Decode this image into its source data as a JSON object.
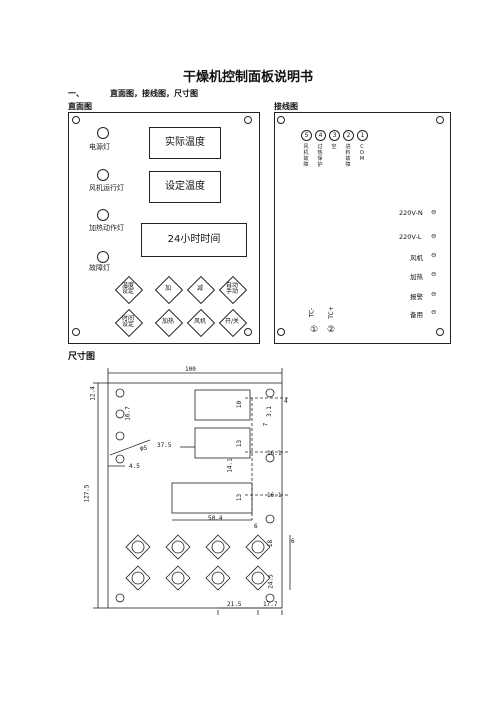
{
  "document": {
    "title": "干燥机控制面板说明书",
    "section1_num": "一、",
    "section1_title": "直面图，接线图，尺寸图",
    "front_label": "直面图",
    "wiring_label": "接线图",
    "dim_label": "尺寸图"
  },
  "front_panel": {
    "leds": [
      {
        "label": "电源灯"
      },
      {
        "label": "风机运行灯"
      },
      {
        "label": "加热动作灯"
      },
      {
        "label": "故障灯"
      }
    ],
    "displays": {
      "actual": "实际温度",
      "setpoint": "设定温度",
      "clock": "24小时时间"
    },
    "keys_row1": [
      "温度\n设定",
      "加",
      "减",
      "自动\n手动"
    ],
    "keys_row2": [
      "时间\n设定",
      "加热",
      "风机",
      "开/关"
    ]
  },
  "wiring": {
    "terminals_top": [
      "5",
      "4",
      "3",
      "2",
      "1"
    ],
    "terminal_col_chars": [
      [
        "风",
        "机",
        "故",
        "障"
      ],
      [
        "过",
        "热",
        "保",
        "护"
      ],
      [
        "空",
        "",
        "",
        ""
      ],
      [
        "进",
        "料",
        "故",
        "障"
      ],
      [
        "C",
        "O",
        "M",
        ""
      ]
    ],
    "right_labels": [
      "220V-N",
      "220V-L",
      "风机",
      "加热",
      "报警",
      "备用"
    ],
    "right_symbols": [
      "⊖",
      "⊖",
      "⊖",
      "⊖",
      "⊖",
      "⊖"
    ],
    "tc_labels": [
      "TC-",
      "TC+"
    ],
    "tc_terminals": [
      "①",
      "②"
    ]
  },
  "dimensions": {
    "width": "100",
    "height": "127.5",
    "d1": "12.4",
    "d2": "16.7",
    "hole": "φ5",
    "d3": "4.5",
    "d4": "37.5",
    "d5": "10",
    "d6": "3.1",
    "d7": "4",
    "d8": "7",
    "d9": "13",
    "d10": "16.1",
    "d11": "14.1",
    "d12": "13",
    "d13": "16.1",
    "d14": "50.4",
    "d15": "6",
    "d16": "6",
    "d17": "18",
    "d18": "24.5",
    "d19": "21.5",
    "d20": "17.7"
  }
}
